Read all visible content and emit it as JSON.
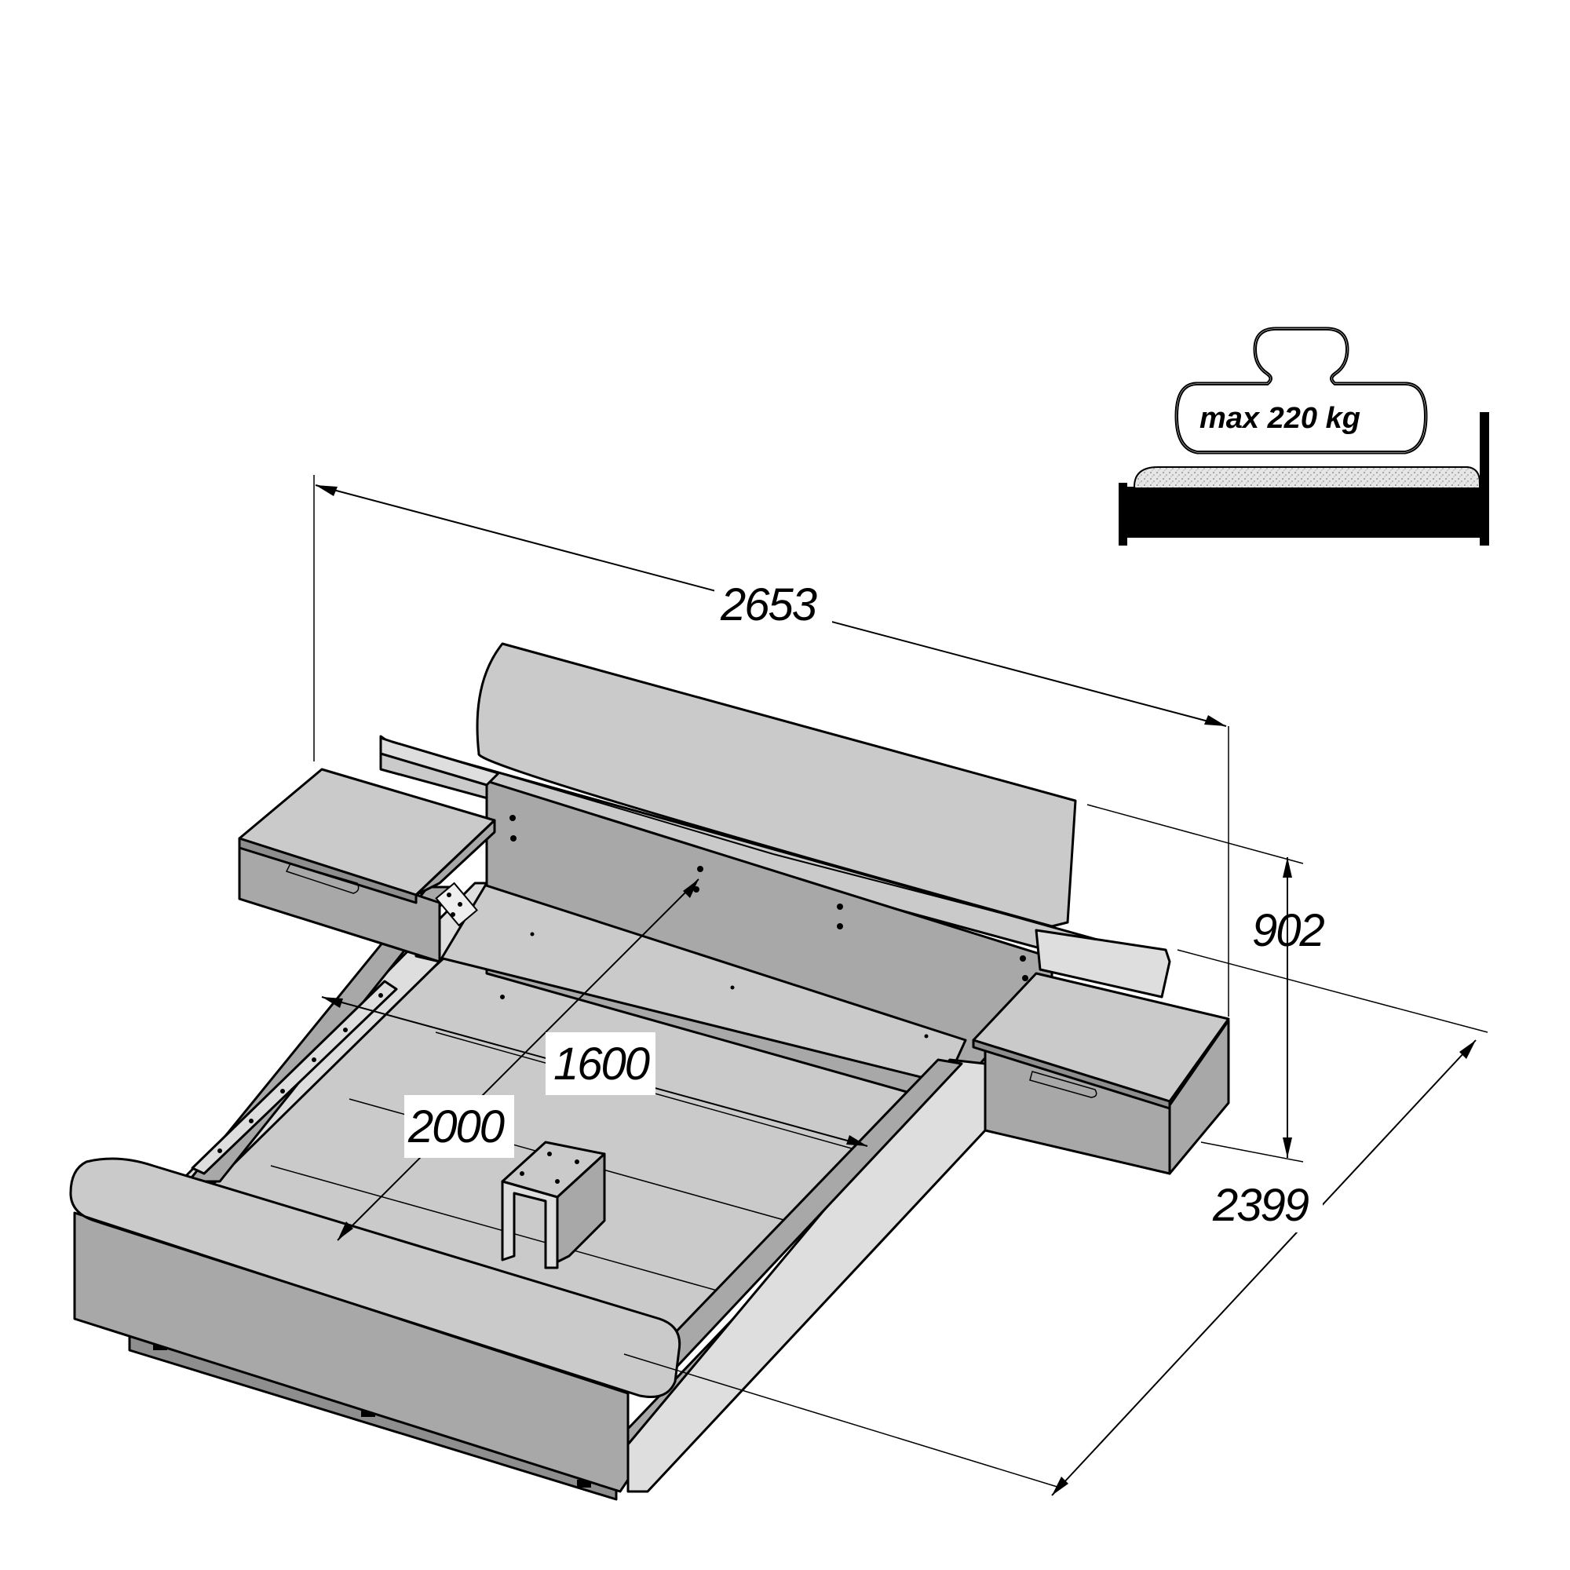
{
  "dimensions": {
    "overall_width": "2653",
    "mattress_width": "1600",
    "mattress_length": "2000",
    "height": "902",
    "overall_length": "2399"
  },
  "load_badge": {
    "text": "max 220 kg",
    "icon": "weight-icon"
  },
  "colors": {
    "line": "#000000",
    "panel_dark": "#8e8e8e",
    "panel_mid": "#a8a8a8",
    "panel_light": "#cacaca"
  }
}
